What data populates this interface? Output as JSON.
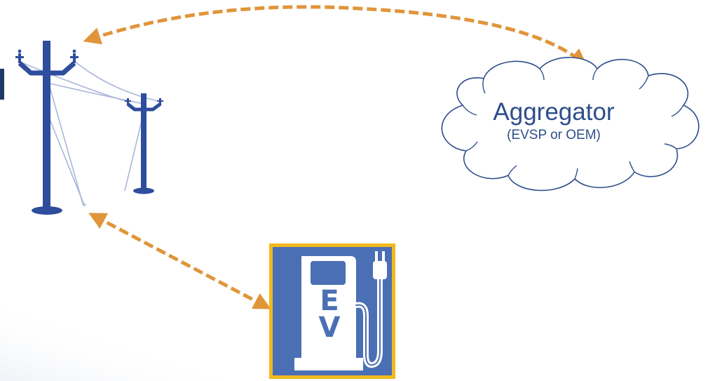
{
  "aggregator": {
    "title": "Aggregator",
    "subtitle": "(EVSP or OEM)"
  },
  "ev_station": {
    "letter_1": "E",
    "letter_2": "V"
  },
  "colors": {
    "pole": "#2e4d9c",
    "wire": "#a9b7d8",
    "arrow": "#e0953a",
    "ev_frame": "#f2b91e",
    "ev_bg": "#4a6fb4",
    "cloud_stroke": "#2e4e8c",
    "text": "#2e4e8c"
  },
  "icons": {
    "utility_pole_large": "utility-pole-icon",
    "utility_pole_small": "utility-pole-icon",
    "ev_charger": "ev-charging-station-icon",
    "cloud": "cloud-icon"
  }
}
